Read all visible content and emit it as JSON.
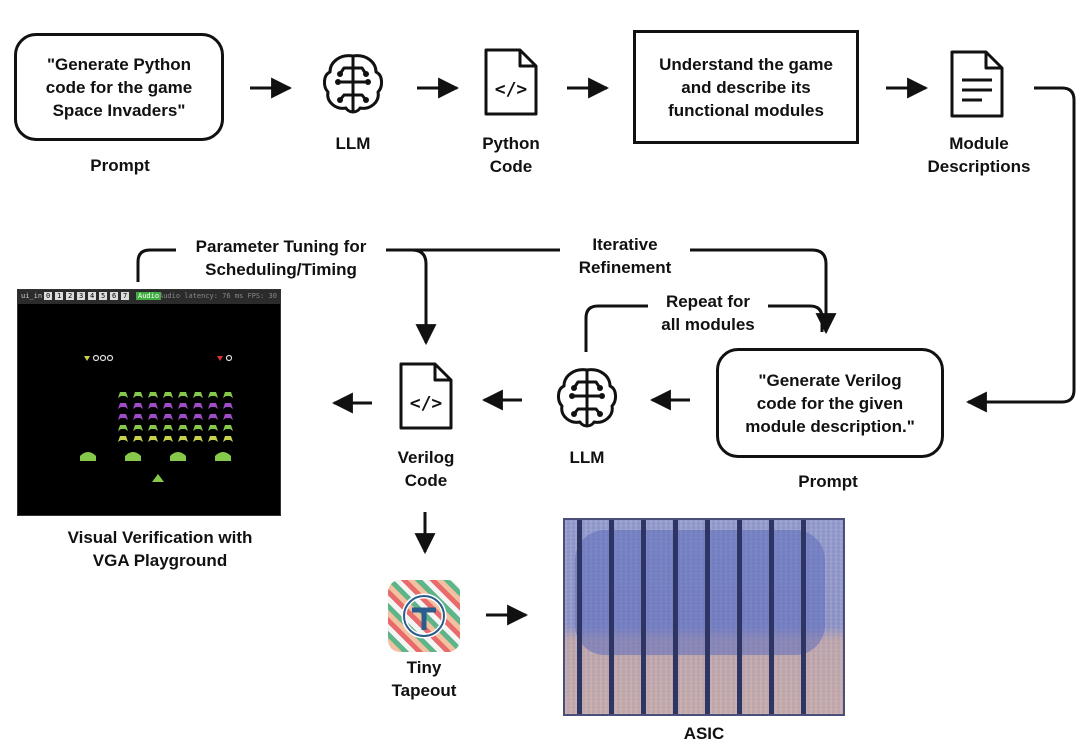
{
  "prompt_top": {
    "text": "\"Generate Python\ncode for the game\nSpace Invaders\"",
    "caption": "Prompt"
  },
  "llm_top": {
    "caption": "LLM",
    "icon": "brain-circuit-icon"
  },
  "python_code": {
    "caption": "Python\nCode",
    "icon": "code-file-icon",
    "glyph": "</>"
  },
  "understand_box": {
    "text": "Understand the game\nand describe its\nfunctional modules"
  },
  "module_descriptions": {
    "caption": "Module\nDescriptions",
    "icon": "document-icon"
  },
  "prompt_bottom": {
    "text": "\"Generate Verilog\ncode for the given\nmodule description.\"",
    "caption": "Prompt"
  },
  "llm_bottom": {
    "caption": "LLM",
    "icon": "brain-circuit-icon"
  },
  "verilog_code": {
    "caption": "Verilog\nCode",
    "icon": "code-file-icon",
    "glyph": "</>"
  },
  "loop_labels": {
    "parameter_tuning": "Parameter Tuning for\nScheduling/Timing",
    "iterative_refinement": "Iterative\nRefinement",
    "repeat_modules": "Repeat for\nall modules"
  },
  "vga": {
    "caption": "Visual Verification with\nVGA Playground",
    "toolbar_left": "ui_in",
    "toolbar_buttons": [
      "0",
      "1",
      "2",
      "3",
      "4",
      "5",
      "6",
      "7"
    ],
    "toolbar_mode": "Audio",
    "toolbar_right": "Audio latency: 76 ms   FPS: 30"
  },
  "tiny_tapeout": {
    "caption": "Tiny\nTapeout",
    "icon": "tiny-tapeout-logo"
  },
  "asic": {
    "caption": "ASIC"
  },
  "colors": {
    "line": "#111111",
    "invader_green": "#86c94a",
    "invader_purple": "#a04cc8",
    "invader_yellow": "#c9d14a"
  }
}
